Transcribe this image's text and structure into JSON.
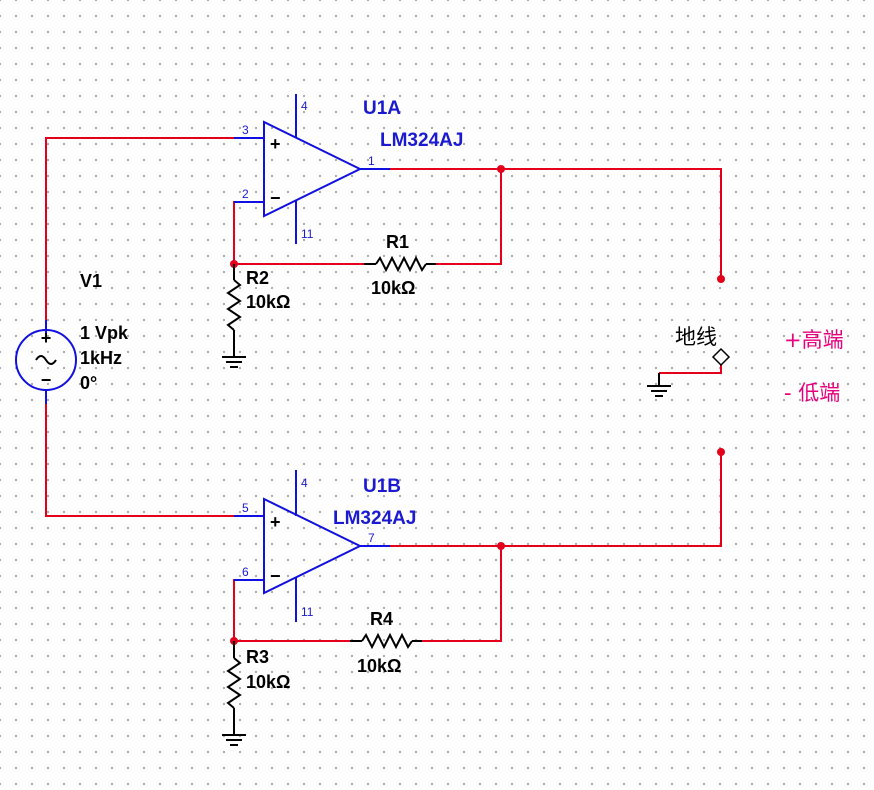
{
  "source": {
    "designator": "V1",
    "amplitude": "1 Vpk",
    "frequency": "1kHz",
    "phase": "0°",
    "plus_sign": "+",
    "minus_sign": "−"
  },
  "opamps": [
    {
      "designator": "U1A",
      "part": "LM324AJ",
      "pin_noninv": "3",
      "pin_inv": "2",
      "pin_out": "1",
      "pin_vplus": "4",
      "pin_vminus": "11",
      "plus_sym": "+",
      "minus_sym": "−"
    },
    {
      "designator": "U1B",
      "part": "LM324AJ",
      "pin_noninv": "5",
      "pin_inv": "6",
      "pin_out": "7",
      "pin_vplus": "4",
      "pin_vminus": "11",
      "plus_sym": "+",
      "minus_sym": "−"
    }
  ],
  "resistors": [
    {
      "designator": "R1",
      "value": "10kΩ"
    },
    {
      "designator": "R2",
      "value": "10kΩ"
    },
    {
      "designator": "R3",
      "value": "10kΩ"
    },
    {
      "designator": "R4",
      "value": "10kΩ"
    }
  ],
  "annotations": {
    "ground_label": "地线",
    "high_label": "+高端",
    "low_label": "- 低端"
  },
  "colors": {
    "wire": "#e4001b",
    "component": "#1010e0",
    "annotation": "#e6007e"
  }
}
